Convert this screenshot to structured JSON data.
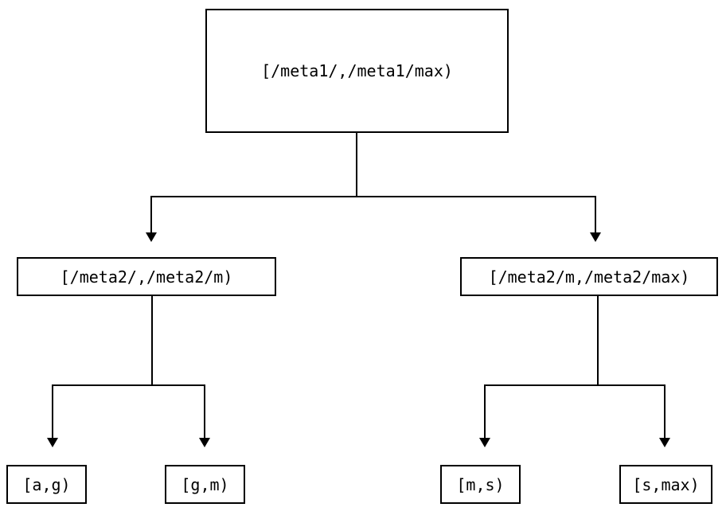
{
  "diagram": {
    "type": "tree",
    "title": "",
    "orientation": "top-down",
    "colors": {
      "background": "#ffffff",
      "stroke": "#000000",
      "node_fill": "#ffffff",
      "text": "#000000"
    },
    "nodes": {
      "root": {
        "label": "[/meta1/,/meta1/max)"
      },
      "level2": [
        {
          "label": "[/meta2/,/meta2/m)"
        },
        {
          "label": "[/meta2/m,/meta2/max)"
        }
      ],
      "leaves": [
        {
          "label": "[a,g)"
        },
        {
          "label": "[g,m)"
        },
        {
          "label": "[m,s)"
        },
        {
          "label": "[s,max)"
        }
      ]
    },
    "edges": [
      {
        "from": "[/meta1/,/meta1/max)",
        "to": "[/meta2/,/meta2/m)",
        "arrow": "filled-triangle-down"
      },
      {
        "from": "[/meta1/,/meta1/max)",
        "to": "[/meta2/m,/meta2/max)",
        "arrow": "filled-triangle-down"
      },
      {
        "from": "[/meta2/,/meta2/m)",
        "to": "[a,g)",
        "arrow": "filled-triangle-down"
      },
      {
        "from": "[/meta2/,/meta2/m)",
        "to": "[g,m)",
        "arrow": "filled-triangle-down"
      },
      {
        "from": "[/meta2/m,/meta2/max)",
        "to": "[m,s)",
        "arrow": "filled-triangle-down"
      },
      {
        "from": "[/meta2/m,/meta2/max)",
        "to": "[s,max)",
        "arrow": "filled-triangle-down"
      }
    ]
  }
}
